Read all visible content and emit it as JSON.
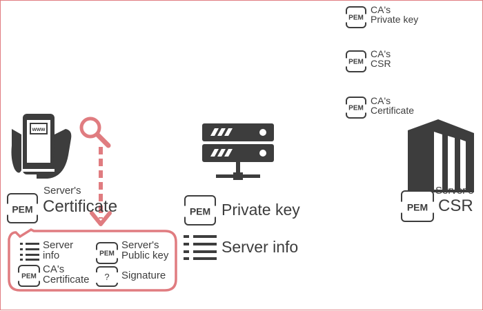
{
  "colors": {
    "ink": "#3d3d3d",
    "accent": "#e07c80",
    "frame": "#e07c80"
  },
  "icons": {
    "pem": "pem-file-icon",
    "unknown": "question-file-icon",
    "list": "list-icon",
    "phone": "smartphone-in-hand-icon",
    "magnifier": "magnifier-icon",
    "server": "server-icon",
    "building": "building-icon"
  },
  "pem_text": "PEM",
  "question_text": "?",
  "phone_screen_text": "www",
  "ca": {
    "private_key": [
      "CA's",
      "Private key"
    ],
    "csr": [
      "CA's",
      "CSR"
    ],
    "certificate": [
      "CA's",
      "Certificate"
    ]
  },
  "server_certificate": {
    "line1": "Server's",
    "line2": "Certificate"
  },
  "certificate_contents": {
    "server_info": [
      "Server",
      "info"
    ],
    "server_public_key": [
      "Server's",
      "Public key"
    ],
    "ca_certificate": [
      "CA's",
      "Certificate"
    ],
    "signature": "Signature"
  },
  "server_side": {
    "private_key": "Private key",
    "server_info": "Server info"
  },
  "server_csr": {
    "line1": "Server’s",
    "line2": "CSR"
  }
}
